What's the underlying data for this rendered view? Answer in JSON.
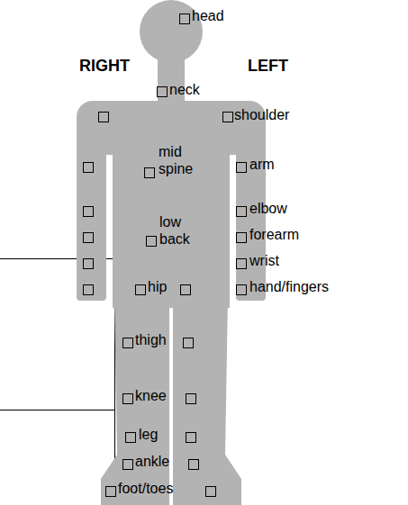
{
  "diagram": {
    "labels": [
      "head",
      "RIGHT",
      "LEFT",
      "neck",
      "shoulder",
      "mid spine",
      "arm",
      "elbow",
      "low back",
      "forearm",
      "wrist",
      "hand/fingers",
      "hip",
      "thigh",
      "knee",
      "leg",
      "ankle",
      "foot/toes"
    ]
  }
}
